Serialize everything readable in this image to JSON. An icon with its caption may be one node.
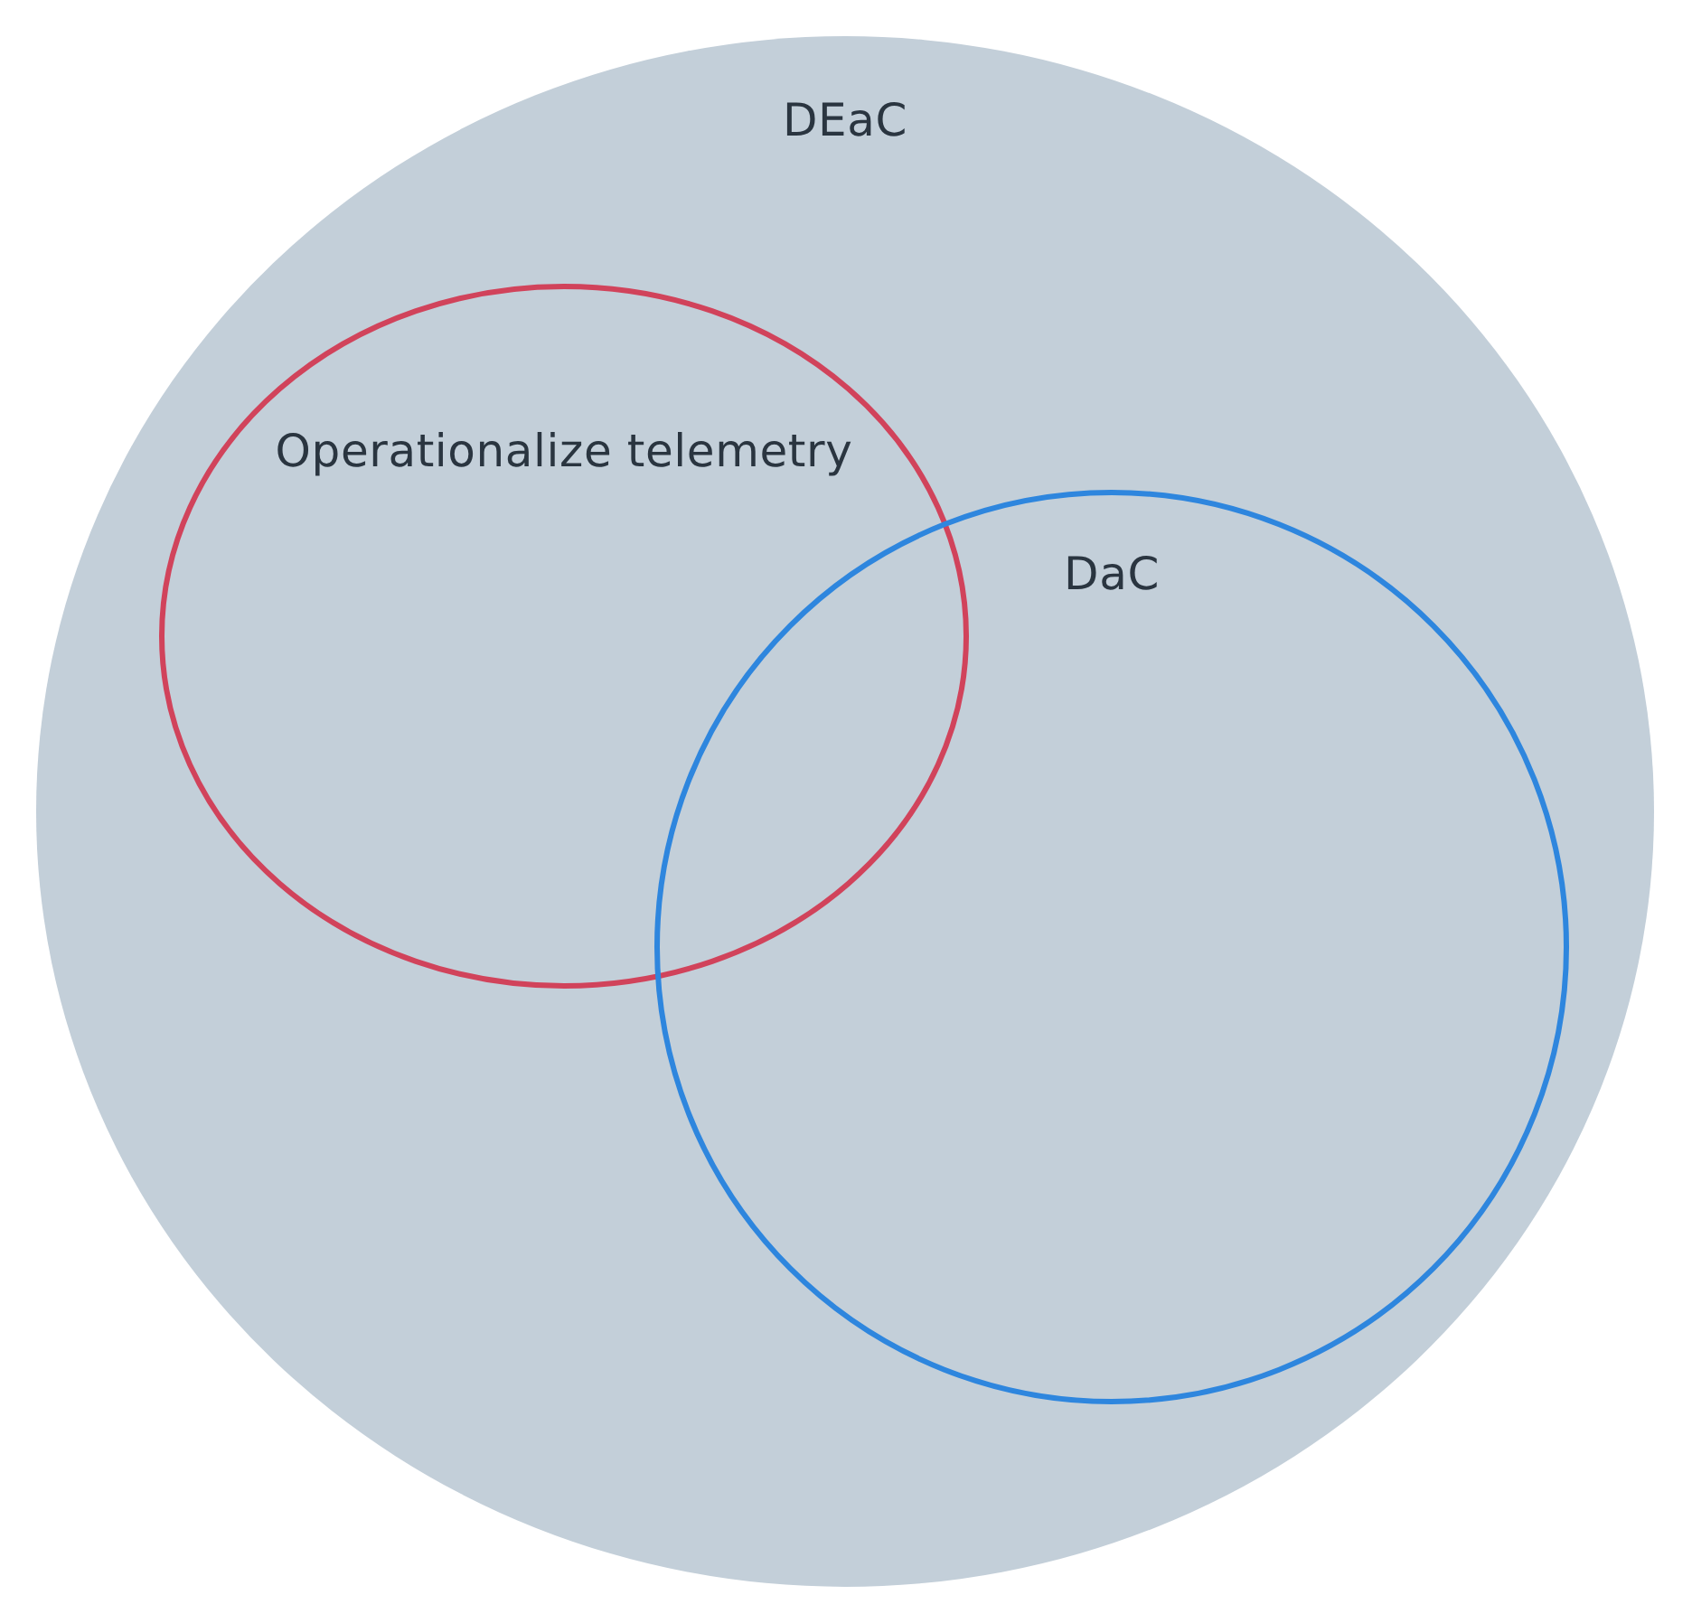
{
  "diagram": {
    "nodes": [
      {
        "text": [
          "DEaC"
        ]
      },
      {
        "text": [
          "Operationalize telemetry"
        ],
        "in": 0
      },
      {
        "text": [
          "DaC"
        ],
        "in": 0
      }
    ]
  }
}
